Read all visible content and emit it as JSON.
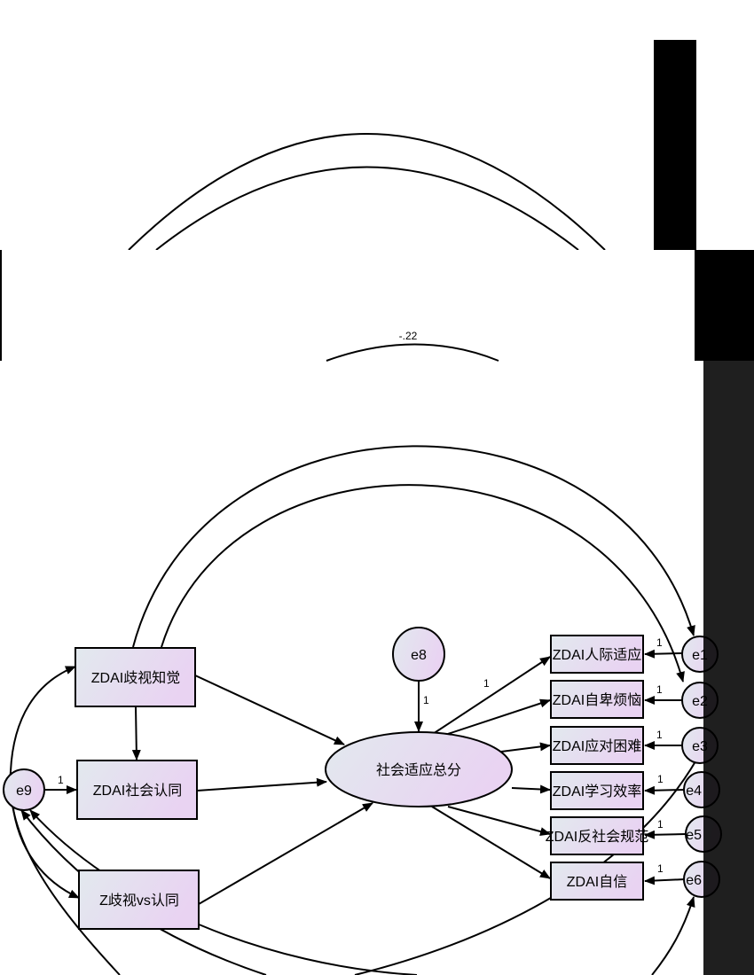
{
  "observed": {
    "perception": "ZDAI歧视知觉",
    "identity": "ZDAI社会认同",
    "interaction": "Z歧视vs认同"
  },
  "latent": {
    "label": "社会适应总分"
  },
  "indicators": [
    "ZDAI人际适应",
    "ZDAI自卑烦恼",
    "ZDAI应对困难",
    "ZDAI学习效率",
    "ZDAI反社会规范",
    "ZDAI自信"
  ],
  "errors": {
    "e1": "e1",
    "e2": "e2",
    "e3": "e3",
    "e4": "e4",
    "e5": "e5",
    "e6": "e6",
    "e8": "e8",
    "e9": "e9"
  },
  "path_labels": {
    "fixed": "1",
    "covariance": "-.22"
  },
  "colors": {
    "fill_start": "#e2e9ee",
    "fill_end": "#e9d3f2",
    "mask": "#000000"
  }
}
